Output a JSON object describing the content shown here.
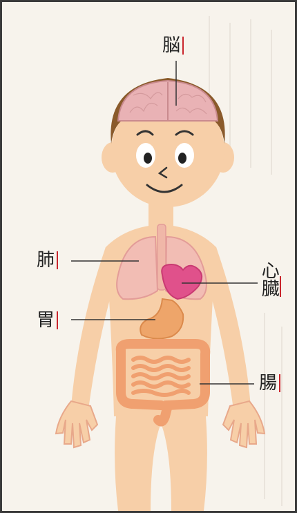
{
  "labels": {
    "brain": "脳",
    "lungs": "肺",
    "heart": "心臓",
    "stomach": "胃",
    "intestines": "腸"
  },
  "colors": {
    "skin": "#f7cfa8",
    "hair": "#8a5a2b",
    "brain": "#e9b2b5",
    "lung": "#f2bdb4",
    "heart": "#e0518b",
    "stomach": "#eea56a",
    "intestine": "#f0a070",
    "leader_line": "#333333",
    "marker": "#c9252c"
  }
}
